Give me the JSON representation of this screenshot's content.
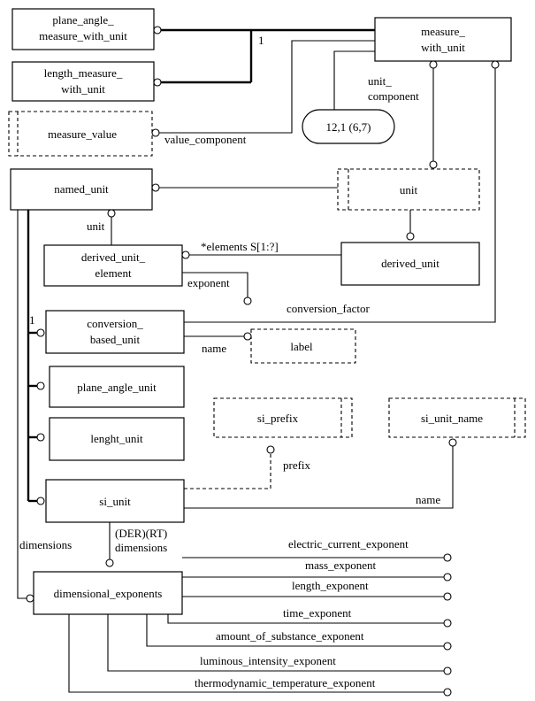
{
  "entities": {
    "plane_angle_measure_with_unit": [
      "plane_angle_",
      "measure_with_unit"
    ],
    "length_measure_with_unit": [
      "length_measure_",
      "with_unit"
    ],
    "measure_value": "measure_value",
    "measure_with_unit": [
      "measure_",
      "with_unit"
    ],
    "page_ref": "12,1 (6,7)",
    "named_unit": "named_unit",
    "unit": "unit",
    "derived_unit_element": [
      "derived_unit_",
      "element"
    ],
    "derived_unit": "derived_unit",
    "conversion_based_unit": [
      "conversion_",
      "based_unit"
    ],
    "label": "label",
    "plane_angle_unit": "plane_angle_unit",
    "lenght_unit": "lenght_unit",
    "si_prefix": "si_prefix",
    "si_unit_name": "si_unit_name",
    "si_unit": "si_unit",
    "dimensional_exponents": "dimensional_exponents"
  },
  "relations": {
    "one_a": "1",
    "unit_component": [
      "unit_",
      "component"
    ],
    "value_component": "value_component",
    "unit": "unit",
    "elements": "*elements S[1:?]",
    "exponent": "exponent",
    "one_b": "1",
    "conversion_factor": "conversion_factor",
    "name_label": "name",
    "prefix": "prefix",
    "name_si": "name",
    "dimensions_left": "dimensions",
    "der_rt": "(DER)(RT)",
    "dimensions": "dimensions",
    "electric_current_exponent": "electric_current_exponent",
    "mass_exponent": "mass_exponent",
    "length_exponent": "length_exponent",
    "time_exponent": "time_exponent",
    "amount_of_substance_exponent": "amount_of_substance_exponent",
    "luminous_intensity_exponent": "luminous_intensity_exponent",
    "thermodynamic_temperature_exponent": "thermodynamic_temperature_exponent"
  }
}
